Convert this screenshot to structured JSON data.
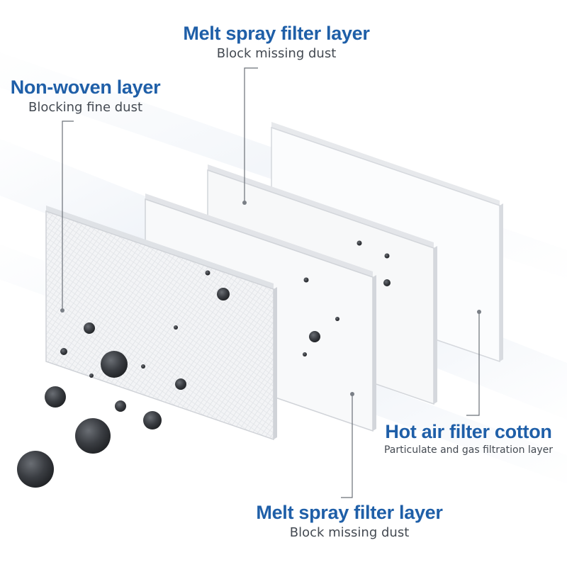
{
  "colors": {
    "title_blue": "#1f5fa8",
    "subtitle_gray": "#444a52",
    "particle": "#3a3d42",
    "leader_line": "#6b7077"
  },
  "layers": [
    {
      "id": "non-woven",
      "title": "Non-woven layer",
      "subtitle": "Blocking fine dust"
    },
    {
      "id": "melt-spray-top",
      "title": "Melt spray filter layer",
      "subtitle": "Block missing dust"
    },
    {
      "id": "melt-spray-bottom",
      "title": "Melt spray filter layer",
      "subtitle": "Block missing dust"
    },
    {
      "id": "hot-air",
      "title": "Hot air filter cotton",
      "subtitle": "Particulate and gas filtration layer"
    }
  ]
}
